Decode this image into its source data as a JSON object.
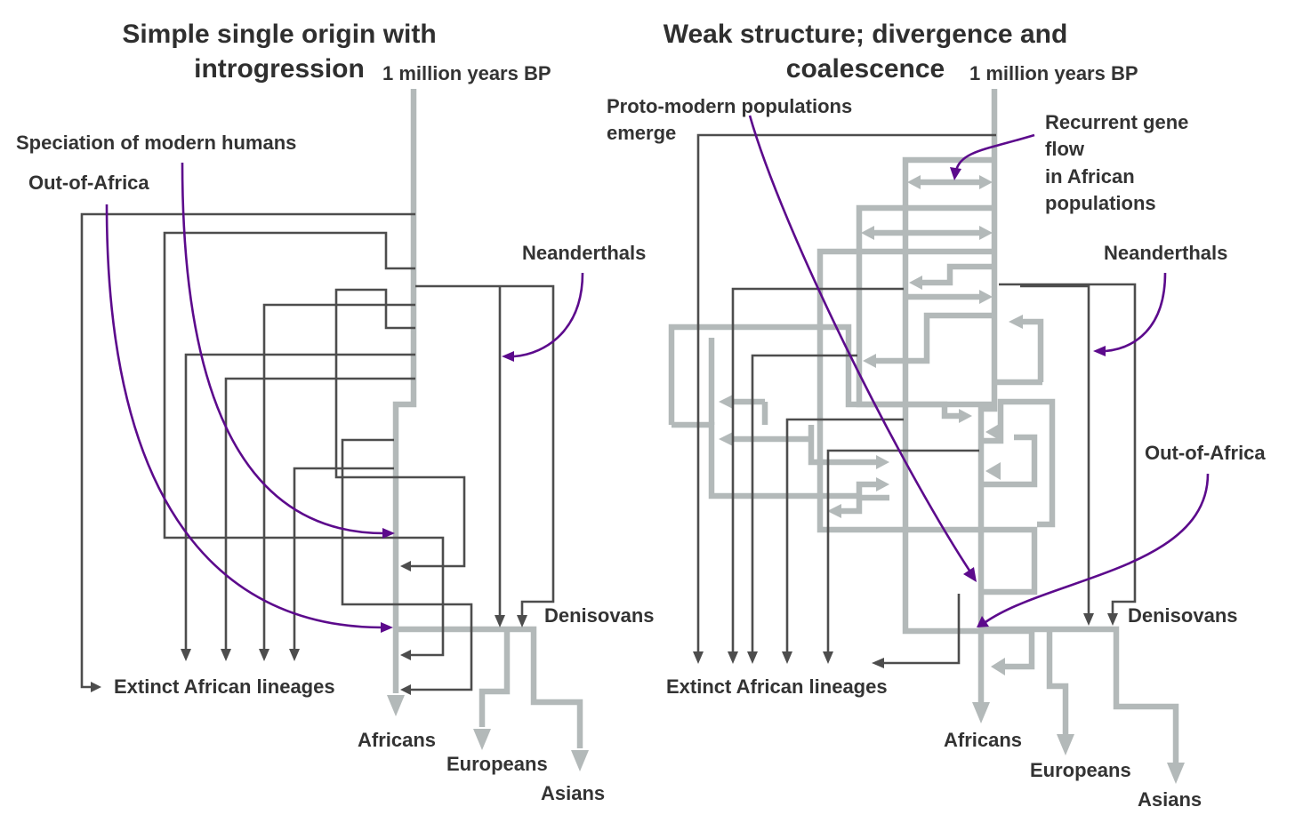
{
  "left": {
    "title_line1": "Simple single origin with",
    "title_line2": "introgression",
    "time_label": "1 million years BP",
    "speciation_label": "Speciation of modern humans",
    "out_of_africa_label": "Out-of-Africa",
    "neanderthals_label": "Neanderthals",
    "denisovans_label": "Denisovans",
    "extinct_label": "Extinct African lineages",
    "africans_label": "Africans",
    "europeans_label": "Europeans",
    "asians_label": "Asians"
  },
  "right": {
    "title_line1": "Weak structure; divergence and",
    "title_line2": "coalescence",
    "time_label": "1 million years BP",
    "proto_line1": "Proto-modern populations",
    "proto_line2": "emerge",
    "gene_flow_line1": "Recurrent gene",
    "gene_flow_line2": "flow",
    "gene_flow_line3": "in African",
    "gene_flow_line4": "populations",
    "neanderthals_label": "Neanderthals",
    "out_of_africa_label": "Out-of-Africa",
    "denisovans_label": "Denisovans",
    "extinct_label": "Extinct African lineages",
    "africans_label": "Africans",
    "europeans_label": "Europeans",
    "asians_label": "Asians"
  },
  "colors": {
    "lineage_dark": "#4d4d4d",
    "lineage_gray": "#b3b9b9",
    "annotation_purple": "#5c0a8c",
    "text": "#333333"
  }
}
